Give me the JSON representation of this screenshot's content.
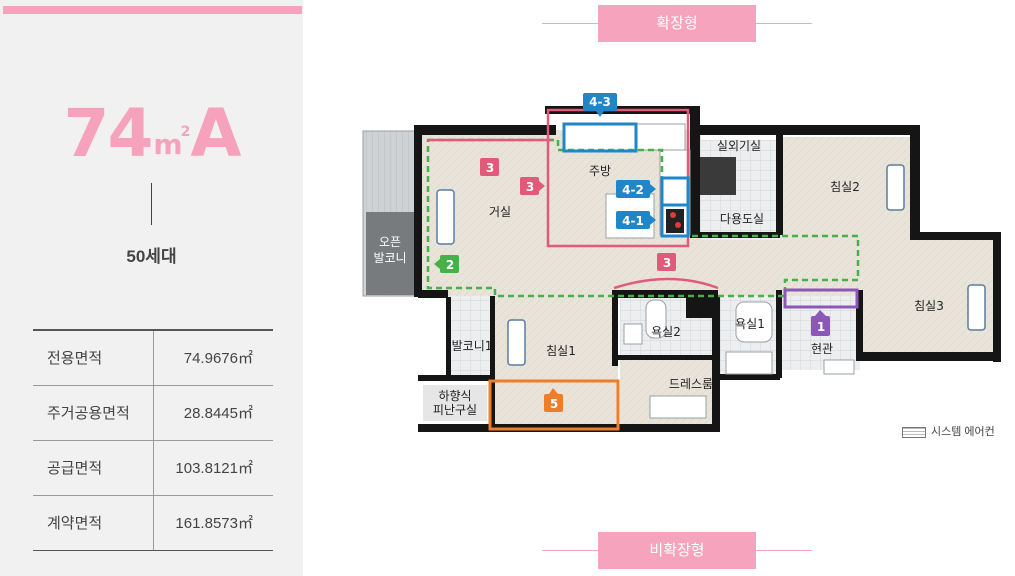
{
  "unit_type": {
    "number": "74",
    "unit": "m",
    "unit_sup": "2",
    "suffix": "A"
  },
  "households": "50세대",
  "specs": [
    {
      "label": "전용면적",
      "value": "74.9676",
      "unit": "㎡"
    },
    {
      "label": "주거공용면적",
      "value": "28.8445",
      "unit": "㎡"
    },
    {
      "label": "공급면적",
      "value": "103.8121",
      "unit": "㎡"
    },
    {
      "label": "계약면적",
      "value": "161.8573",
      "unit": "㎡"
    }
  ],
  "headers": {
    "expanded": "확장형",
    "non_expanded": "비확장형"
  },
  "rooms": {
    "open_balcony_1": "오픈",
    "open_balcony_2": "발코니",
    "living": "거실",
    "kitchen": "주방",
    "outdoor_unit": "실외기실",
    "utility": "다용도실",
    "bedroom2": "침실2",
    "bedroom3": "침실3",
    "bath1": "욕실1",
    "bath2": "욕실2",
    "entrance": "현관",
    "bedroom1": "침실1",
    "balcony1": "발코니1",
    "dressroom": "드레스룸",
    "evac_1": "하향식",
    "evac_2": "피난구실"
  },
  "badges": {
    "b1": "1",
    "b2": "2",
    "b3a": "3",
    "b3b": "3",
    "b3c": "3",
    "b41": "4-1",
    "b42": "4-2",
    "b43": "4-3",
    "b5": "5"
  },
  "legend": {
    "label": "시스템 에어컨",
    "icon": "system-aircon-icon"
  },
  "colors": {
    "pink": "#f6a4bd",
    "green": "#48b048",
    "red": "#e25a7a",
    "blue": "#1f86c8",
    "purple": "#8b58b8",
    "orange": "#ee7d2a"
  }
}
